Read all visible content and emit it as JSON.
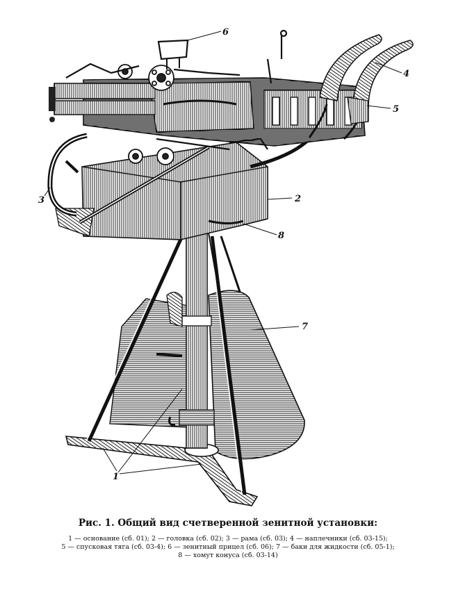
{
  "figure": {
    "callouts": {
      "c1": "1",
      "c2": "2",
      "c3": "3",
      "c4": "4",
      "c5": "5",
      "c6": "6",
      "c7": "7",
      "c8": "8"
    }
  },
  "caption": {
    "title": "Рис. 1. Общий вид счетверенной зенитной установки:",
    "legend_lines": [
      "1 — основание (сб. 01); 2 — головка (сб. 02); 3 — рама (сб. 03); 4 — наплечники (сб. 03-15);",
      "5 — спусковая тяга (сб. 03-4); 6 — зенитный прицел (сб. 06); 7 — баки для жидкости (сб. 05-1);",
      "8 — хомут конуса (сб. 03-14)"
    ]
  }
}
